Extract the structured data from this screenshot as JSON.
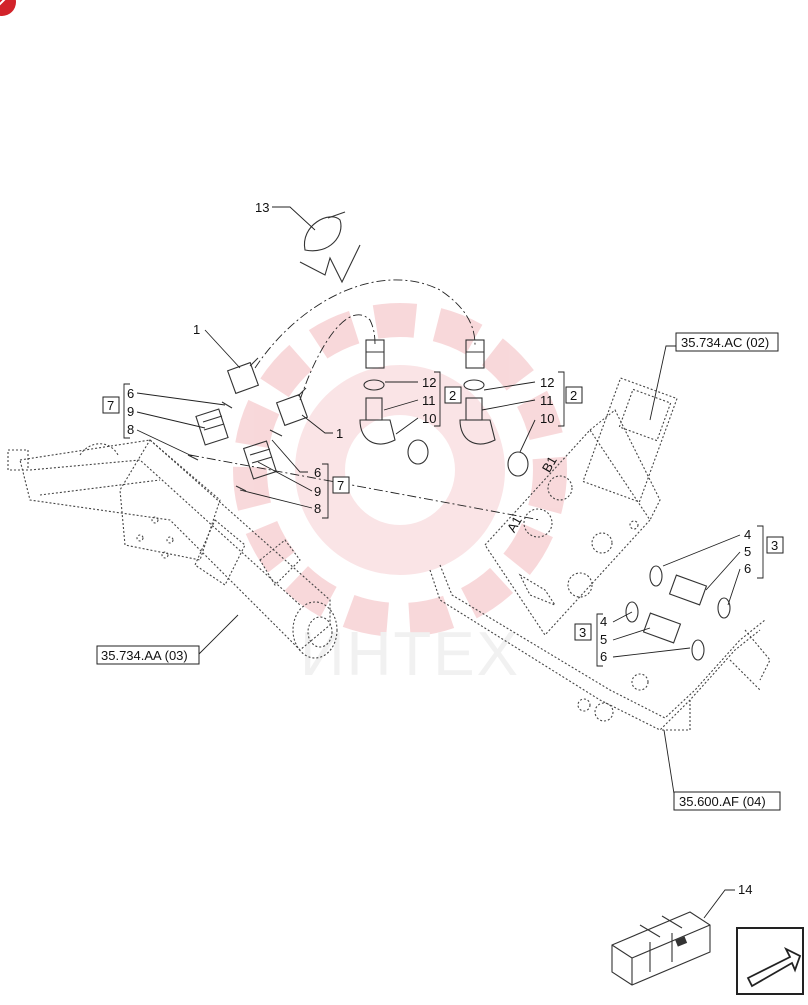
{
  "logo": {
    "brand_color": "#d2232a"
  },
  "watermark": {
    "text": "ИНТЕХ",
    "color": "#f3b9bd"
  },
  "callouts": [
    {
      "id": "c13",
      "label": "13"
    },
    {
      "id": "c1a",
      "label": "1"
    },
    {
      "id": "c1b",
      "label": "1"
    },
    {
      "id": "c6a",
      "label": "6"
    },
    {
      "id": "c9a",
      "label": "9"
    },
    {
      "id": "c8a",
      "label": "8"
    },
    {
      "id": "c6b",
      "label": "6"
    },
    {
      "id": "c9b",
      "label": "9"
    },
    {
      "id": "c8b",
      "label": "8"
    },
    {
      "id": "c12a",
      "label": "12"
    },
    {
      "id": "c11a",
      "label": "11"
    },
    {
      "id": "c10a",
      "label": "10"
    },
    {
      "id": "c12b",
      "label": "12"
    },
    {
      "id": "c11b",
      "label": "11"
    },
    {
      "id": "c10b",
      "label": "10"
    },
    {
      "id": "c4a",
      "label": "4"
    },
    {
      "id": "c5a",
      "label": "5"
    },
    {
      "id": "c6c",
      "label": "6"
    },
    {
      "id": "c4b",
      "label": "4"
    },
    {
      "id": "c5b",
      "label": "5"
    },
    {
      "id": "c6d",
      "label": "6"
    },
    {
      "id": "c14",
      "label": "14"
    }
  ],
  "group_labels": [
    {
      "id": "g7a",
      "label": "7"
    },
    {
      "id": "g7b",
      "label": "7"
    },
    {
      "id": "g2a",
      "label": "2"
    },
    {
      "id": "g2b",
      "label": "2"
    },
    {
      "id": "g3a",
      "label": "3"
    },
    {
      "id": "g3b",
      "label": "3"
    }
  ],
  "references": [
    {
      "id": "ref_ac",
      "label": "35.734.AC (02)"
    },
    {
      "id": "ref_aa",
      "label": "35.734.AA (03)"
    },
    {
      "id": "ref_af",
      "label": "35.600.AF (04)"
    }
  ],
  "valve_markings": {
    "a1": "A1",
    "b1": "B1"
  },
  "navigation": {
    "icon": "back-arrow-icon"
  }
}
